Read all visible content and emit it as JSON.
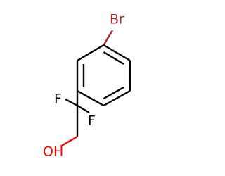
{
  "molecule": {
    "atoms": {
      "bromine": {
        "symbol": "Br",
        "color": "#a52a2a"
      },
      "fluorine_left": {
        "symbol": "F",
        "color": "#000000"
      },
      "fluorine_right": {
        "symbol": "F",
        "color": "#000000"
      },
      "hydroxyl": {
        "symbol": "OH",
        "color": "#ff0000"
      }
    }
  }
}
